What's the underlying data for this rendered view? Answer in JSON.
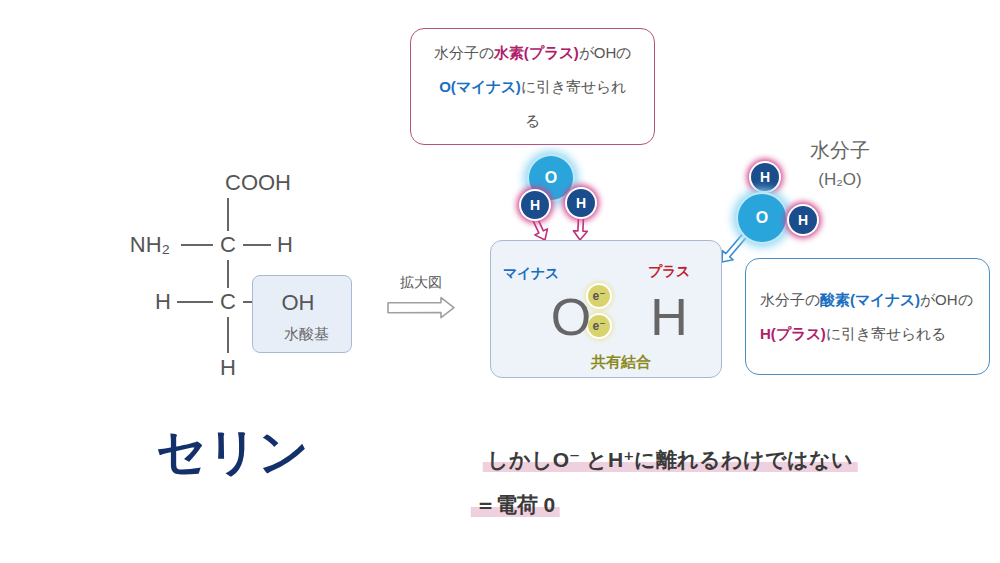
{
  "diagram": {
    "title": "セリン",
    "nodes": [
      {
        "text": [
          "水分子の水素(プラス)がOHのO(マイナス)に引き寄せられる"
        ]
      },
      {
        "text": [
          "O"
        ]
      },
      {
        "text": [
          "H"
        ]
      },
      {
        "text": [
          "H"
        ]
      },
      {
        "text": [
          "マイナス",
          "プラス",
          "O",
          "H",
          "共有結合"
        ]
      },
      {
        "text": [
          "e⁻"
        ],
        "in": 4
      },
      {
        "text": [
          "e⁻"
        ],
        "in": 4
      },
      {
        "text": [
          "H"
        ]
      },
      {
        "text": [
          "O"
        ]
      },
      {
        "text": [
          "H"
        ]
      },
      {
        "text": [
          "水分子の酸素(マイナス)がOHのH(プラス)に引き寄せられる"
        ]
      },
      {
        "text": [
          "OH",
          "水酸基"
        ]
      }
    ],
    "edges": [
      {
        "from": 2,
        "to": 4,
        "arrow": "to"
      },
      {
        "from": 3,
        "to": 4,
        "arrow": "to"
      },
      {
        "from": 8,
        "to": 4,
        "arrow": "to"
      },
      {
        "from": 11,
        "to": 4,
        "label": "拡大図",
        "arrow": "to"
      }
    ],
    "labels": [
      "COOH",
      "NH₂",
      "C",
      "H",
      "H",
      "C",
      "H",
      "水分子",
      "(H₂O)",
      "しかしO⁻ とH⁺に離れるわけではない",
      "＝電荷 0"
    ]
  }
}
